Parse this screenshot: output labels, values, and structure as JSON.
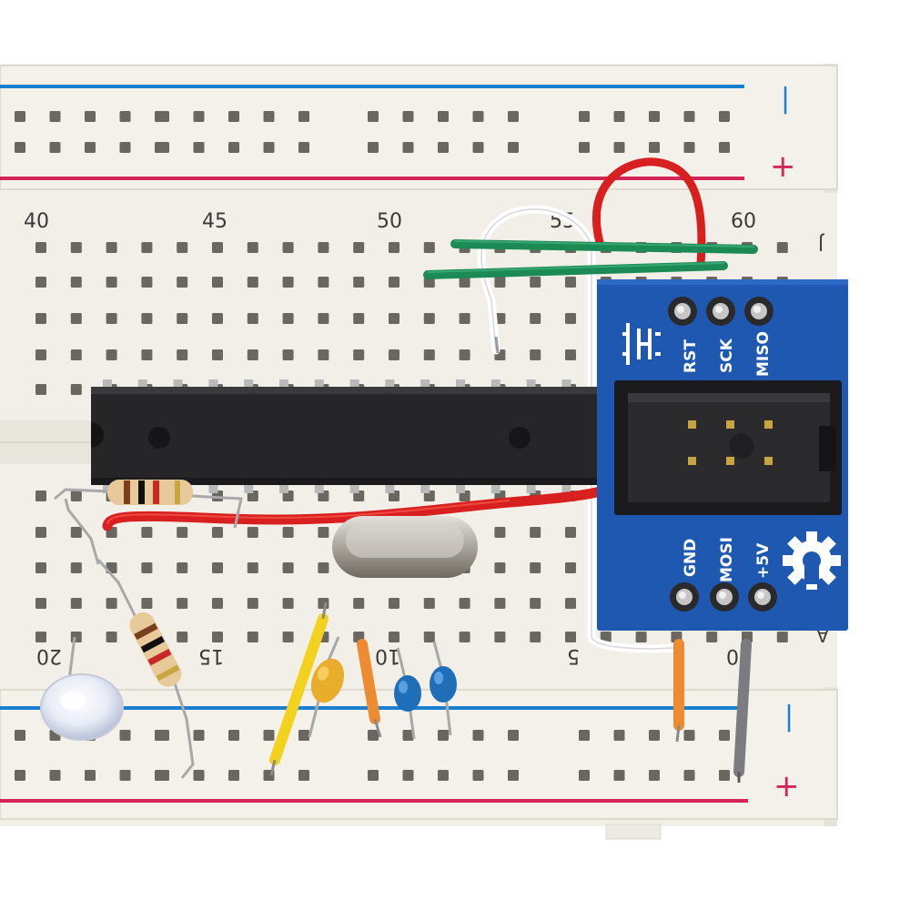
{
  "rails": {
    "top_minus": "|",
    "top_plus": "+",
    "bottom_minus": "|",
    "bottom_plus": "+"
  },
  "upper_column_numbers": [
    "40",
    "45",
    "50",
    "55",
    "60"
  ],
  "upper_row_letter": "J",
  "lower_column_numbers": [
    "20",
    "15",
    "10",
    "5",
    "0"
  ],
  "lower_row_letter": "A",
  "isp_board": {
    "top_pin_labels": [
      "RST",
      "SCK",
      "MISO"
    ],
    "bottom_pin_labels": [
      "GND",
      "MOSI",
      "+5V"
    ]
  },
  "colors": {
    "breadboard": "#f1efe8",
    "rail_blue": "#1a7fd0",
    "rail_red": "#d4245a",
    "pcb_blue": "#1f58b0",
    "chip": "#262628",
    "wire_red": "#d7201f",
    "wire_green": "#1c8a55",
    "wire_yellow": "#f2d21c",
    "wire_orange": "#ee8a30",
    "wire_gray": "#7c7c80",
    "wire_white": "#fbfbfb"
  }
}
